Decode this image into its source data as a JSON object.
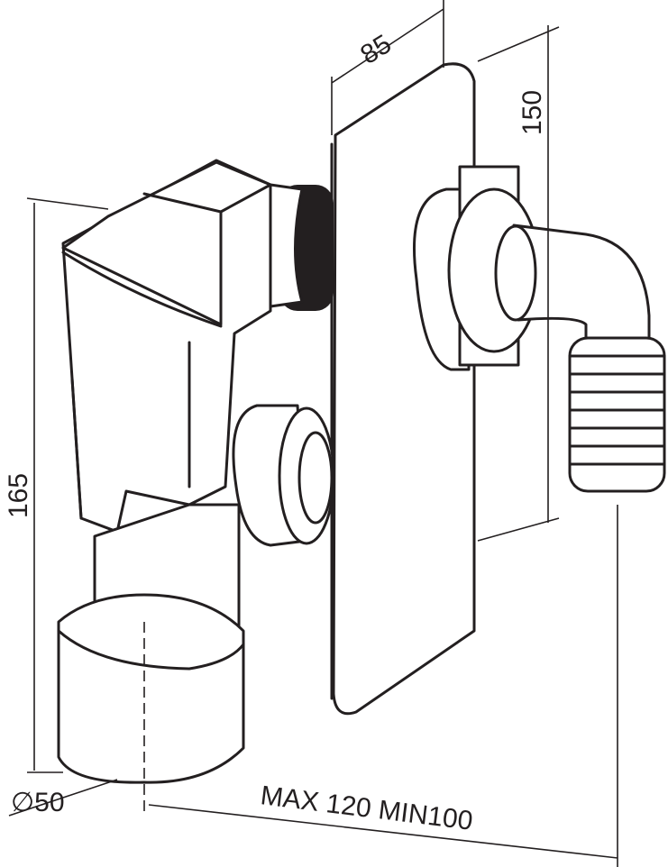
{
  "dimensions": {
    "width_label": "85",
    "plate_height_label": "150",
    "total_height_label": "165",
    "diameter_label": "∅50",
    "depth_label": "MAX 120 MIN100"
  },
  "colors": {
    "line": "#231f20",
    "background": "#ffffff"
  }
}
